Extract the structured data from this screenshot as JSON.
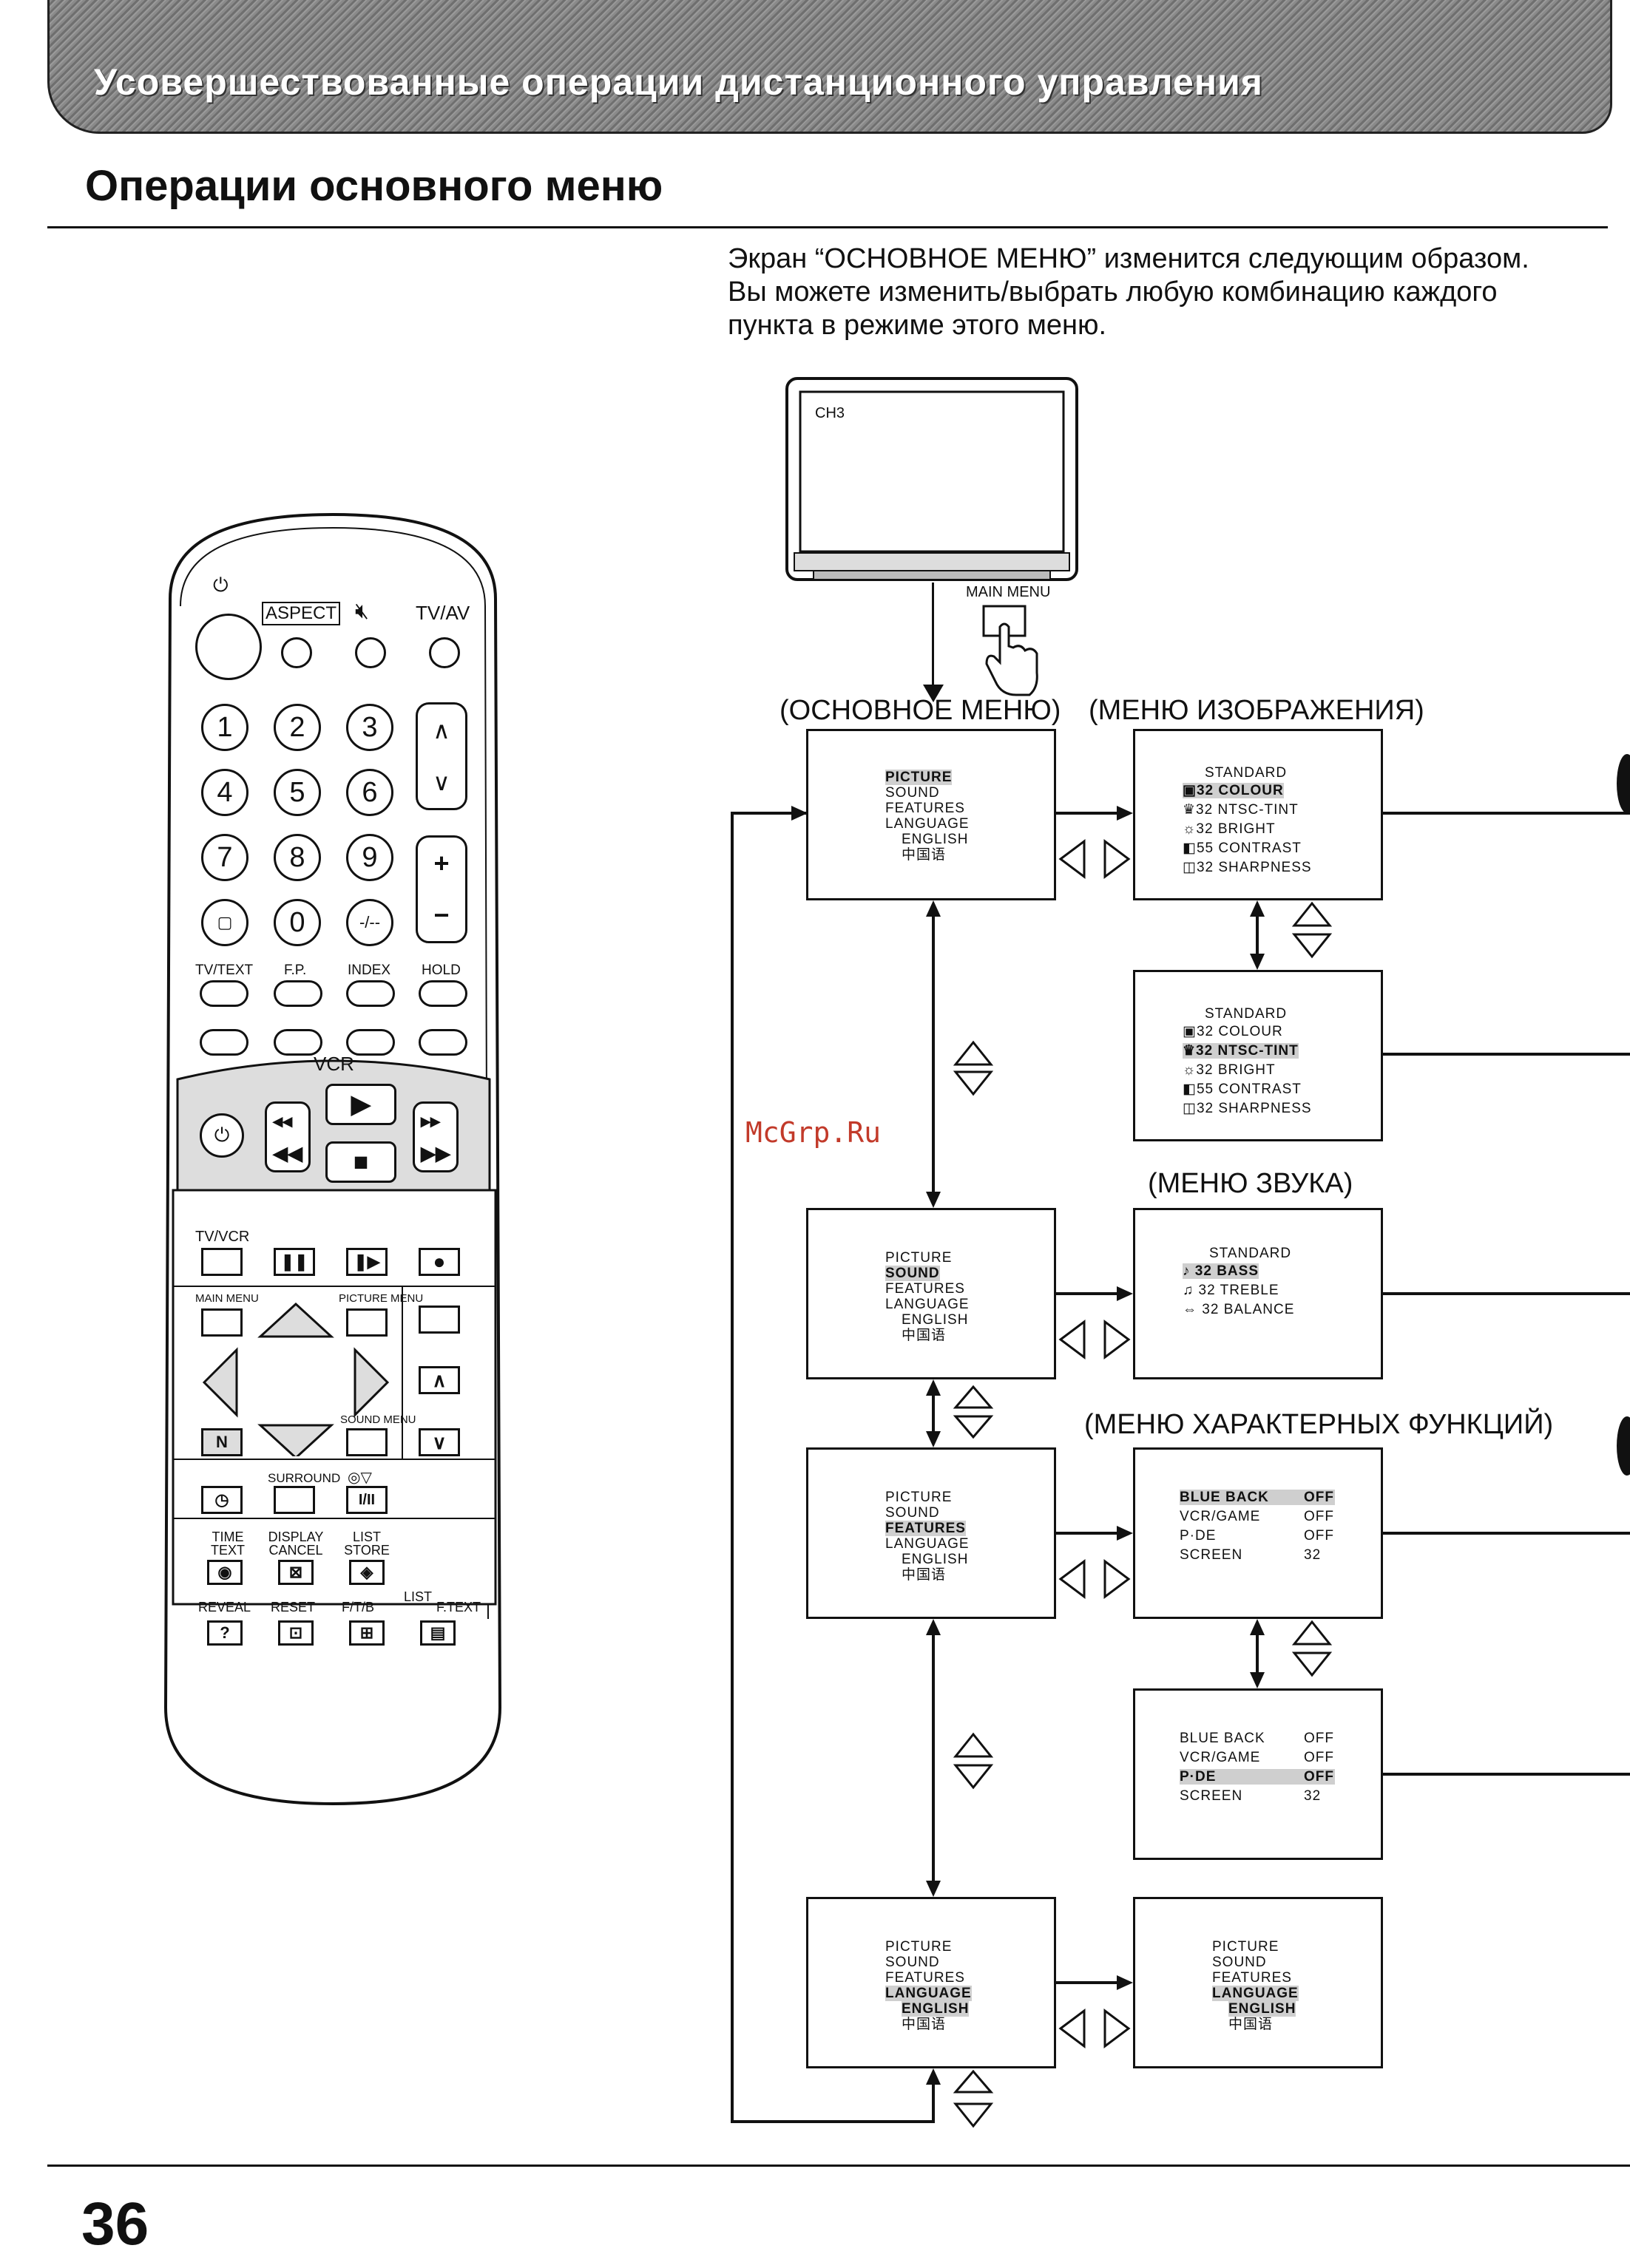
{
  "header": {
    "banner": "Усовершествованные операции дистанционного управления",
    "section_title": "Операции основного меню"
  },
  "intro": [
    "Экран “ОСНОВНОЕ МЕНЮ” изменится следующим образом.",
    "Вы можете изменить/выбрать любую комбинацию каждого",
    "пункта в режиме этого меню."
  ],
  "watermark": "McGrp.Ru",
  "page_number": "36",
  "tv": {
    "channel": "CH3",
    "button_label": "MAIN MENU"
  },
  "menu_titles": {
    "main": "(ОСНОВНОЕ МЕНЮ)",
    "picture": "(МЕНЮ ИЗОБРАЖЕНИЯ)",
    "sound": "(МЕНЮ ЗВУКА)",
    "features": "(МЕНЮ ХАРАКТЕРНЫХ ФУНКЦИЙ)"
  },
  "main_menu_items": [
    "PICTURE",
    "SOUND",
    "FEATURES",
    "LANGUAGE",
    "ENGLISH",
    "中国语"
  ],
  "picture_menu": {
    "mode": "STANDARD",
    "items": [
      {
        "value": "32",
        "label": "COLOUR"
      },
      {
        "value": "32",
        "label": "NTSC-TINT"
      },
      {
        "value": "32",
        "label": "BRIGHT"
      },
      {
        "value": "55",
        "label": "CONTRAST"
      },
      {
        "value": "32",
        "label": "SHARPNESS"
      }
    ]
  },
  "sound_menu": {
    "mode": "STANDARD",
    "items": [
      {
        "value": "32",
        "label": "BASS"
      },
      {
        "value": "32",
        "label": "TREBLE"
      },
      {
        "value": "32",
        "label": "BALANCE"
      }
    ]
  },
  "features_menu": {
    "items": [
      {
        "label": "BLUE BACK",
        "value": "OFF"
      },
      {
        "label": "VCR/GAME",
        "value": "OFF"
      },
      {
        "label": "P·DE",
        "value": "OFF"
      },
      {
        "label": "SCREEN",
        "value": "32"
      }
    ]
  },
  "remote": {
    "top_labels": [
      "ASPECT",
      "TV/AV"
    ],
    "digits": [
      "1",
      "2",
      "3",
      "4",
      "5",
      "6",
      "7",
      "8",
      "9",
      "0",
      "-/--"
    ],
    "row_labels": [
      "TV/TEXT",
      "F.P.",
      "INDEX",
      "HOLD"
    ],
    "vcr": "VCR",
    "tvvcr": "TV/VCR",
    "main_menu": "MAIN MENU",
    "picture_menu": "PICTURE MENU",
    "sound_menu": "SOUND MENU",
    "n": "N",
    "surround": "SURROUND",
    "dual": "I/II",
    "lower_labels": [
      "TIME TEXT",
      "DISPLAY CANCEL",
      "LIST STORE",
      "REVEAL",
      "RESET",
      "F/T/B",
      "LIST",
      "F.TEXT"
    ]
  }
}
